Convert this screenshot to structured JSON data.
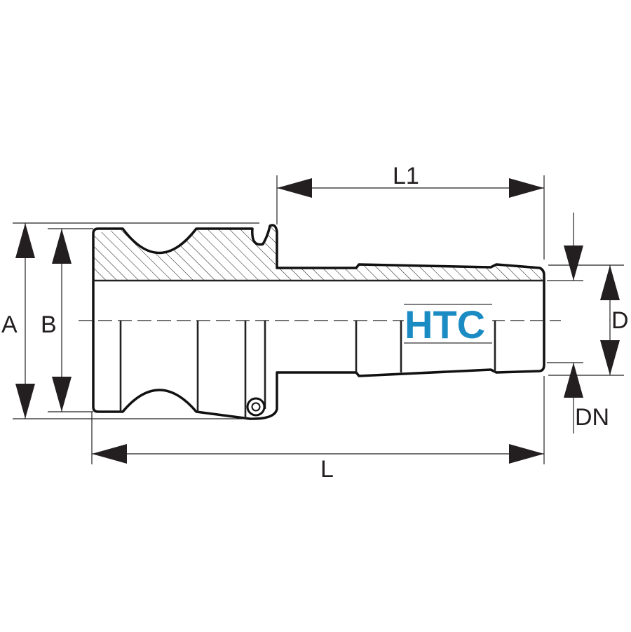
{
  "labels": {
    "A": "A",
    "B": "B",
    "D": "D",
    "DN": "DN",
    "L": "L",
    "L1": "L1"
  },
  "logo": {
    "text": "HTC",
    "color": "#1b8bc3"
  },
  "colors": {
    "line": "#111111",
    "arrow": "#231f20"
  }
}
